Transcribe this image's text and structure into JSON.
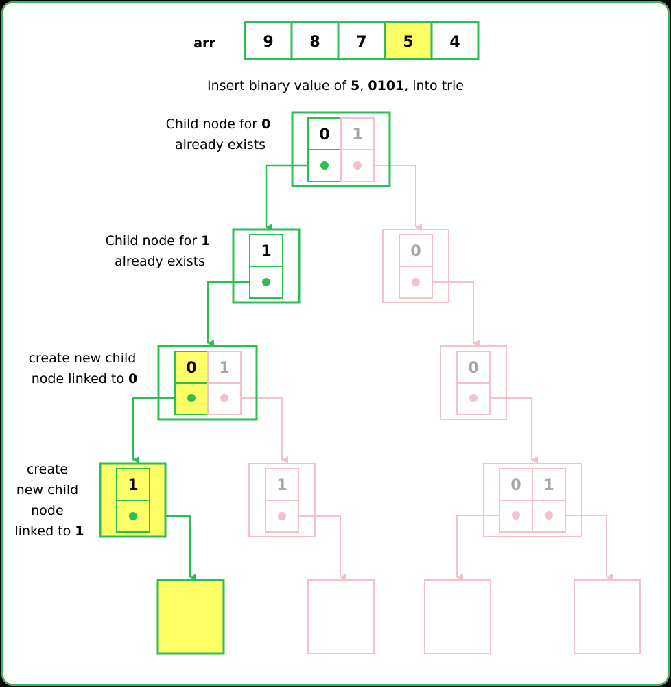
{
  "colors": {
    "active": "#2cbd57",
    "inactive": "#f2c2c8",
    "highlight": "#ffff66",
    "active_text": "#000000",
    "inactive_text": "#a6a6a6"
  },
  "array": {
    "label": "arr",
    "values": [
      "9",
      "8",
      "7",
      "5",
      "4"
    ],
    "highlighted_index": 3
  },
  "caption": {
    "prefix": "Insert binary value of ",
    "value": "5",
    "separator": ", ",
    "binary": "0101",
    "suffix": ", into trie"
  },
  "annotations": {
    "a1_line1_prefix": "Child node for ",
    "a1_line1_bold": "0",
    "a1_line2": "already exists",
    "a2_line1_prefix": "Child node for ",
    "a2_line1_bold": "1",
    "a2_line2": "already exists",
    "a3_line1": "create new child",
    "a3_line2_prefix": "node linked to ",
    "a3_line2_bold": "0",
    "a4_line1": "create",
    "a4_line2": "new child",
    "a4_line3": "node",
    "a4_line4_prefix": "linked to ",
    "a4_line4_bold": "1"
  },
  "nodes": {
    "root": {
      "cell0": "0",
      "cell1": "1"
    },
    "level1_active": {
      "cell": "1"
    },
    "level1_inactive": {
      "cell": "0"
    },
    "level2_active": {
      "cell0": "0",
      "cell1": "1"
    },
    "level2_inactive": {
      "cell": "0"
    },
    "level3_active": {
      "cell": "1"
    },
    "level3_mid_inactive": {
      "cell": "1"
    },
    "level3_right_inactive": {
      "cell0": "0",
      "cell1": "1"
    }
  }
}
